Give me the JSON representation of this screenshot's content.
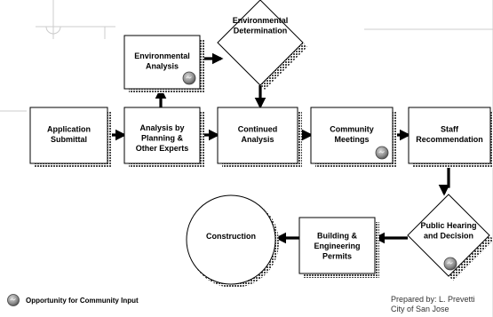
{
  "nodes": {
    "application": {
      "lines": [
        "Application",
        "Submittal"
      ],
      "shape": "box",
      "input": false
    },
    "env_analysis": {
      "lines": [
        "Environmental",
        "Analysis"
      ],
      "shape": "box",
      "input": true
    },
    "env_determination": {
      "lines": [
        "Environmental",
        "Determination"
      ],
      "shape": "diamond",
      "input": false
    },
    "analysis_experts": {
      "lines": [
        "Analysis by",
        "Planning &",
        "Other Experts"
      ],
      "shape": "box",
      "input": false
    },
    "continued": {
      "lines": [
        "Continued",
        "Analysis"
      ],
      "shape": "box",
      "input": false
    },
    "community": {
      "lines": [
        "Community",
        "Meetings"
      ],
      "shape": "box",
      "input": true
    },
    "staff": {
      "lines": [
        "Staff",
        "Recommendation"
      ],
      "shape": "box",
      "input": false
    },
    "public_hearing": {
      "lines": [
        "Public Hearing",
        "and Decision"
      ],
      "shape": "diamond",
      "input": true
    },
    "permits": {
      "lines": [
        "Building &",
        "Engineering",
        "Permits"
      ],
      "shape": "box",
      "input": false
    },
    "construction": {
      "lines": [
        "Construction"
      ],
      "shape": "circle",
      "input": false
    }
  },
  "edges": [
    [
      "application",
      "analysis_experts"
    ],
    [
      "analysis_experts",
      "env_analysis"
    ],
    [
      "env_analysis",
      "env_determination"
    ],
    [
      "env_determination",
      "continued"
    ],
    [
      "analysis_experts",
      "continued"
    ],
    [
      "continued",
      "community"
    ],
    [
      "community",
      "staff"
    ],
    [
      "staff",
      "public_hearing"
    ],
    [
      "public_hearing",
      "permits"
    ],
    [
      "permits",
      "construction"
    ]
  ],
  "legend": {
    "label": "Opportunity for Community Input",
    "icon": "community-input-icon"
  },
  "credit": {
    "line1": "Prepared by: L. Prevetti",
    "line2": "City of San Jose"
  },
  "colors": {
    "shadow": "#5a5a5a",
    "icon": "#7d7d7d",
    "line": "#000000"
  }
}
